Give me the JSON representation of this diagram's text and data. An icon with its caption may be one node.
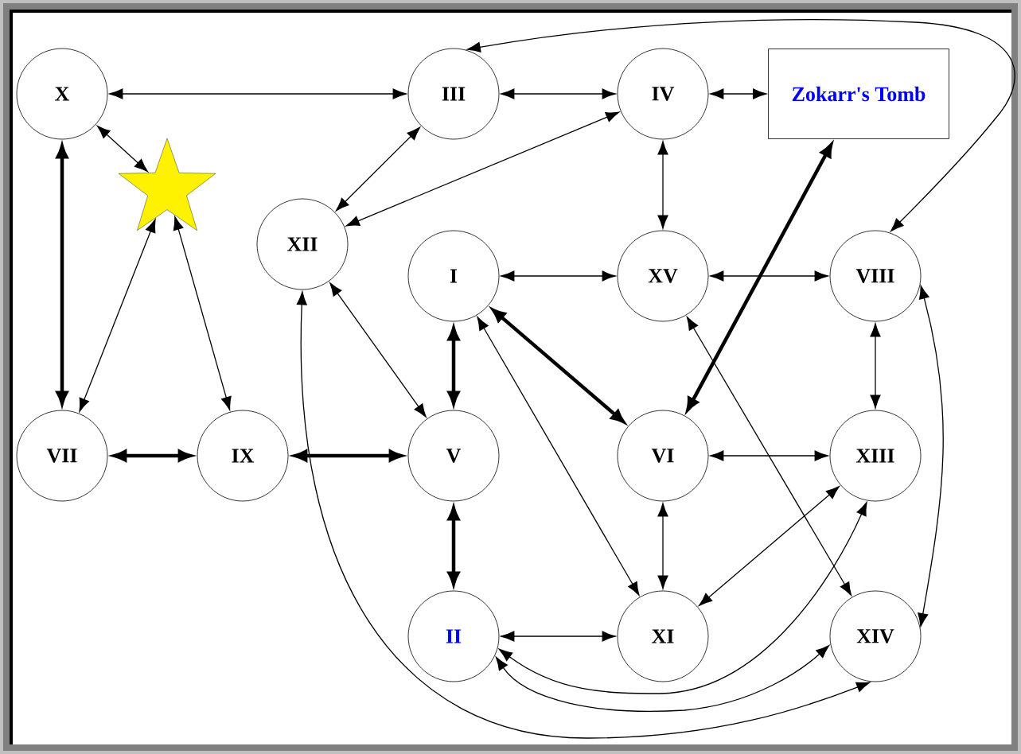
{
  "diagram": {
    "nodes": [
      {
        "text": [
          "X"
        ]
      },
      {
        "text": [
          "III"
        ]
      },
      {
        "text": [
          "IV"
        ]
      },
      {
        "text": [
          "Zokarr's Tomb"
        ]
      },
      {
        "text": [],
        "shape": "star"
      },
      {
        "text": [
          "XII"
        ]
      },
      {
        "text": [
          "I"
        ]
      },
      {
        "text": [
          "XV"
        ]
      },
      {
        "text": [
          "VIII"
        ]
      },
      {
        "text": [
          "VII"
        ]
      },
      {
        "text": [
          "IX"
        ]
      },
      {
        "text": [
          "V"
        ]
      },
      {
        "text": [
          "VI"
        ]
      },
      {
        "text": [
          "XIII"
        ]
      },
      {
        "text": [
          "II"
        ]
      },
      {
        "text": [
          "XI"
        ]
      },
      {
        "text": [
          "XIV"
        ]
      }
    ],
    "edges": [
      {
        "from": 0,
        "to": 1,
        "arrow": "both"
      },
      {
        "from": 1,
        "to": 2,
        "arrow": "both"
      },
      {
        "from": 2,
        "to": 3,
        "arrow": "both"
      },
      {
        "from": 1,
        "to": 8,
        "arrow": "both"
      },
      {
        "from": 0,
        "to": 4,
        "arrow": "both"
      },
      {
        "from": 1,
        "to": 5,
        "arrow": "both"
      },
      {
        "from": 2,
        "to": 5,
        "arrow": "both"
      },
      {
        "from": 2,
        "to": 7,
        "arrow": "both"
      },
      {
        "from": 3,
        "to": 12,
        "arrow": "both",
        "style": "thick"
      },
      {
        "from": 0,
        "to": 9,
        "arrow": "both",
        "style": "thick"
      },
      {
        "from": 9,
        "to": 4,
        "arrow": "both"
      },
      {
        "from": 4,
        "to": 10,
        "arrow": "both"
      },
      {
        "from": 5,
        "to": 11,
        "arrow": "both"
      },
      {
        "from": 5,
        "to": 16,
        "arrow": "both"
      },
      {
        "from": 6,
        "to": 7,
        "arrow": "both"
      },
      {
        "from": 7,
        "to": 8,
        "arrow": "both"
      },
      {
        "from": 6,
        "to": 12,
        "arrow": "both",
        "style": "thick"
      },
      {
        "from": 6,
        "to": 11,
        "arrow": "both",
        "style": "thick"
      },
      {
        "from": 6,
        "to": 15,
        "arrow": "both"
      },
      {
        "from": 7,
        "to": 16,
        "arrow": "both"
      },
      {
        "from": 8,
        "to": 13,
        "arrow": "both"
      },
      {
        "from": 8,
        "to": 16,
        "arrow": "both"
      },
      {
        "from": 9,
        "to": 10,
        "arrow": "both",
        "style": "thick"
      },
      {
        "from": 10,
        "to": 11,
        "arrow": "both",
        "style": "thick"
      },
      {
        "from": 12,
        "to": 13,
        "arrow": "both"
      },
      {
        "from": 11,
        "to": 14,
        "arrow": "both",
        "style": "thick"
      },
      {
        "from": 12,
        "to": 15,
        "arrow": "both"
      },
      {
        "from": 13,
        "to": 15,
        "arrow": "both"
      },
      {
        "from": 14,
        "to": 15,
        "arrow": "both"
      },
      {
        "from": 14,
        "to": 13,
        "arrow": "both"
      },
      {
        "from": 14,
        "to": 16,
        "arrow": "both"
      }
    ]
  }
}
